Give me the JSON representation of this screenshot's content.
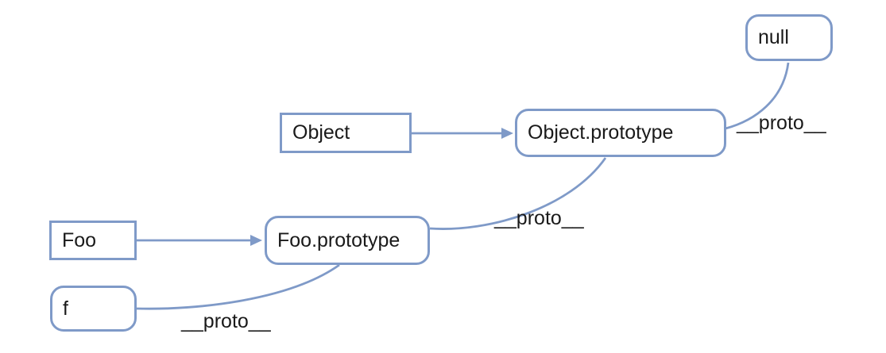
{
  "colors": {
    "line": "#7f9ac8",
    "text": "#1a1a1a",
    "background": "#ffffff"
  },
  "nodes": {
    "null_node": {
      "label": "null"
    },
    "object": {
      "label": "Object"
    },
    "object_prototype": {
      "label": "Object.prototype"
    },
    "foo": {
      "label": "Foo"
    },
    "foo_prototype": {
      "label": "Foo.prototype"
    },
    "f": {
      "label": "f"
    }
  },
  "edges": [
    {
      "from": "Object",
      "to": "Object.prototype",
      "style": "arrow",
      "label": ""
    },
    {
      "from": "Foo",
      "to": "Foo.prototype",
      "style": "arrow",
      "label": ""
    },
    {
      "from": "f",
      "to": "Foo.prototype",
      "style": "curve",
      "label": "__proto__"
    },
    {
      "from": "Foo.prototype",
      "to": "Object.prototype",
      "style": "curve",
      "label": "__proto__"
    },
    {
      "from": "Object.prototype",
      "to": "null",
      "style": "curve",
      "label": "__proto__"
    }
  ]
}
